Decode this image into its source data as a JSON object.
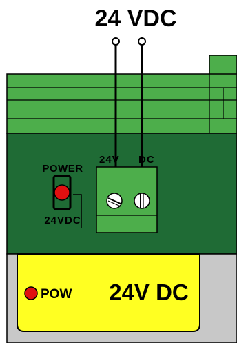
{
  "title": "24 VDC",
  "board": {
    "power_label": "POWER",
    "voltage_label": "24VDC",
    "terminal_left_label": "24V",
    "terminal_right_label": "DC"
  },
  "sticker": {
    "led_label": "POW",
    "voltage_text": "24V DC"
  },
  "colors": {
    "pcb_dark": "#1f6b35",
    "connector_green": "#4dae4b",
    "led_red": "#e01010",
    "sticker_yellow": "#ffff22",
    "case_grey": "#c8c8c8"
  }
}
